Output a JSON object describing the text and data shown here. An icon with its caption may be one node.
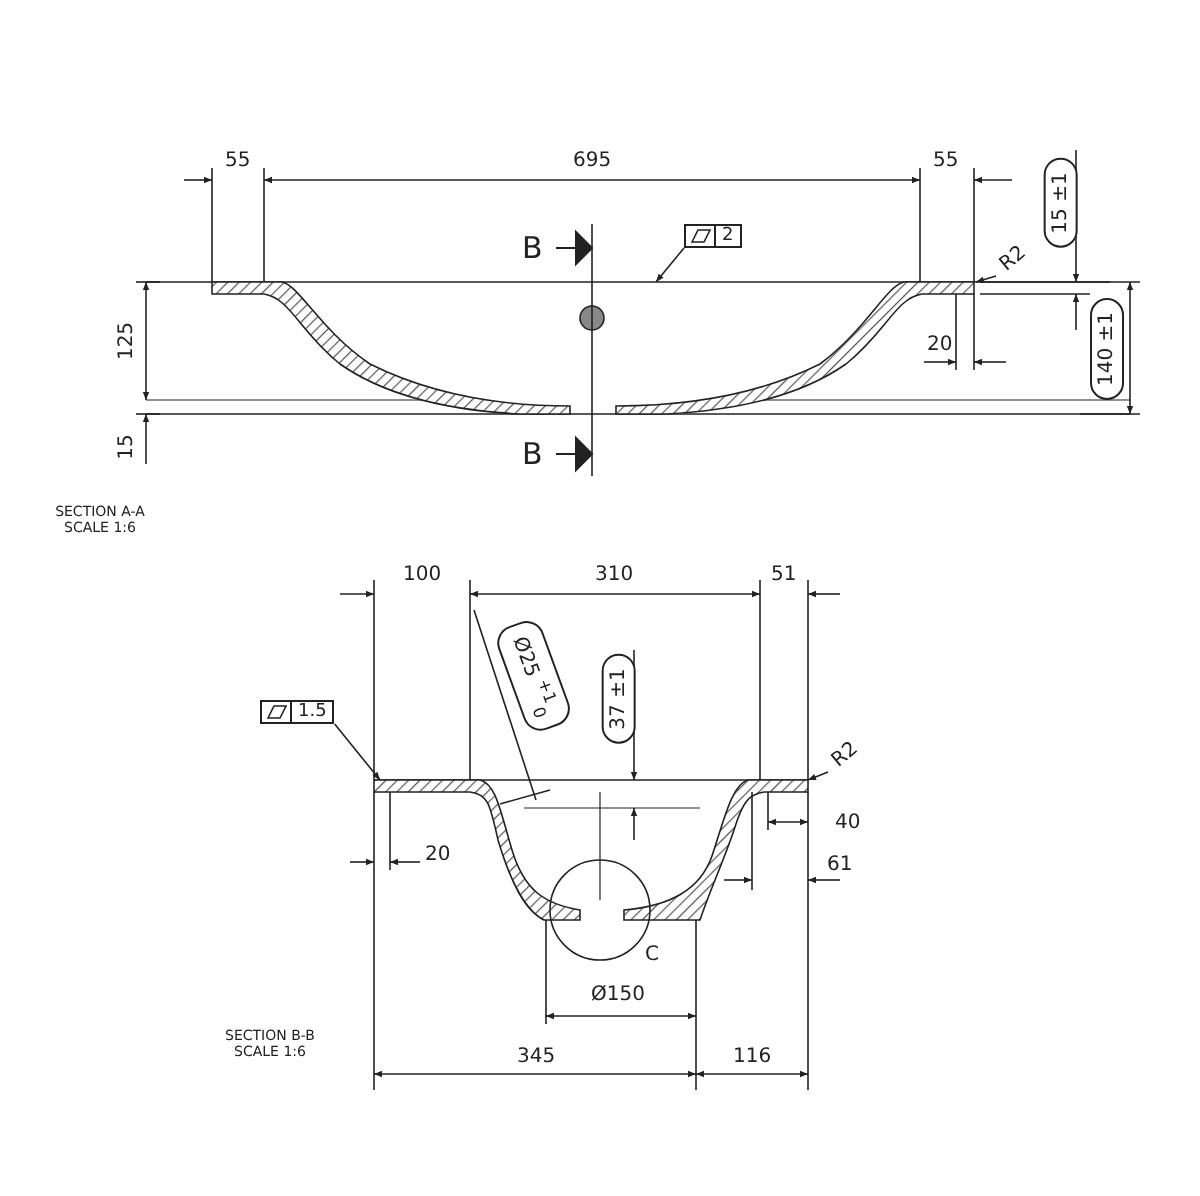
{
  "diagram": {
    "nodes": [
      {
        "text": [],
        "shape": "picture"
      },
      {
        "text": [
          "2"
        ]
      },
      {
        "text": [
          "R2"
        ]
      },
      {
        "text": [],
        "shape": "picture"
      },
      {
        "text": [
          "1.5"
        ]
      },
      {
        "text": [
          "R2"
        ]
      }
    ],
    "edges": [
      {
        "from": 1,
        "to": 0,
        "arrow": "to"
      },
      {
        "from": 2,
        "to": 0,
        "arrow": "to"
      },
      {
        "from": 4,
        "to": 3,
        "arrow": "to"
      },
      {
        "from": 5,
        "to": 3,
        "arrow": "to"
      }
    ],
    "labels": [
      "55",
      "695",
      "55",
      "15 ±1",
      "B",
      "125",
      "20",
      "140 ±1",
      "15",
      "B",
      "SECTION A-A SCALE 1:6",
      "100",
      "310",
      "51",
      "Ø25 $^{+1}$$_{0}$",
      "37 ±1",
      "40",
      "20",
      "61",
      "C",
      "Ø150",
      "SECTION B-B SCALE 1:6",
      "345",
      "116"
    ]
  }
}
